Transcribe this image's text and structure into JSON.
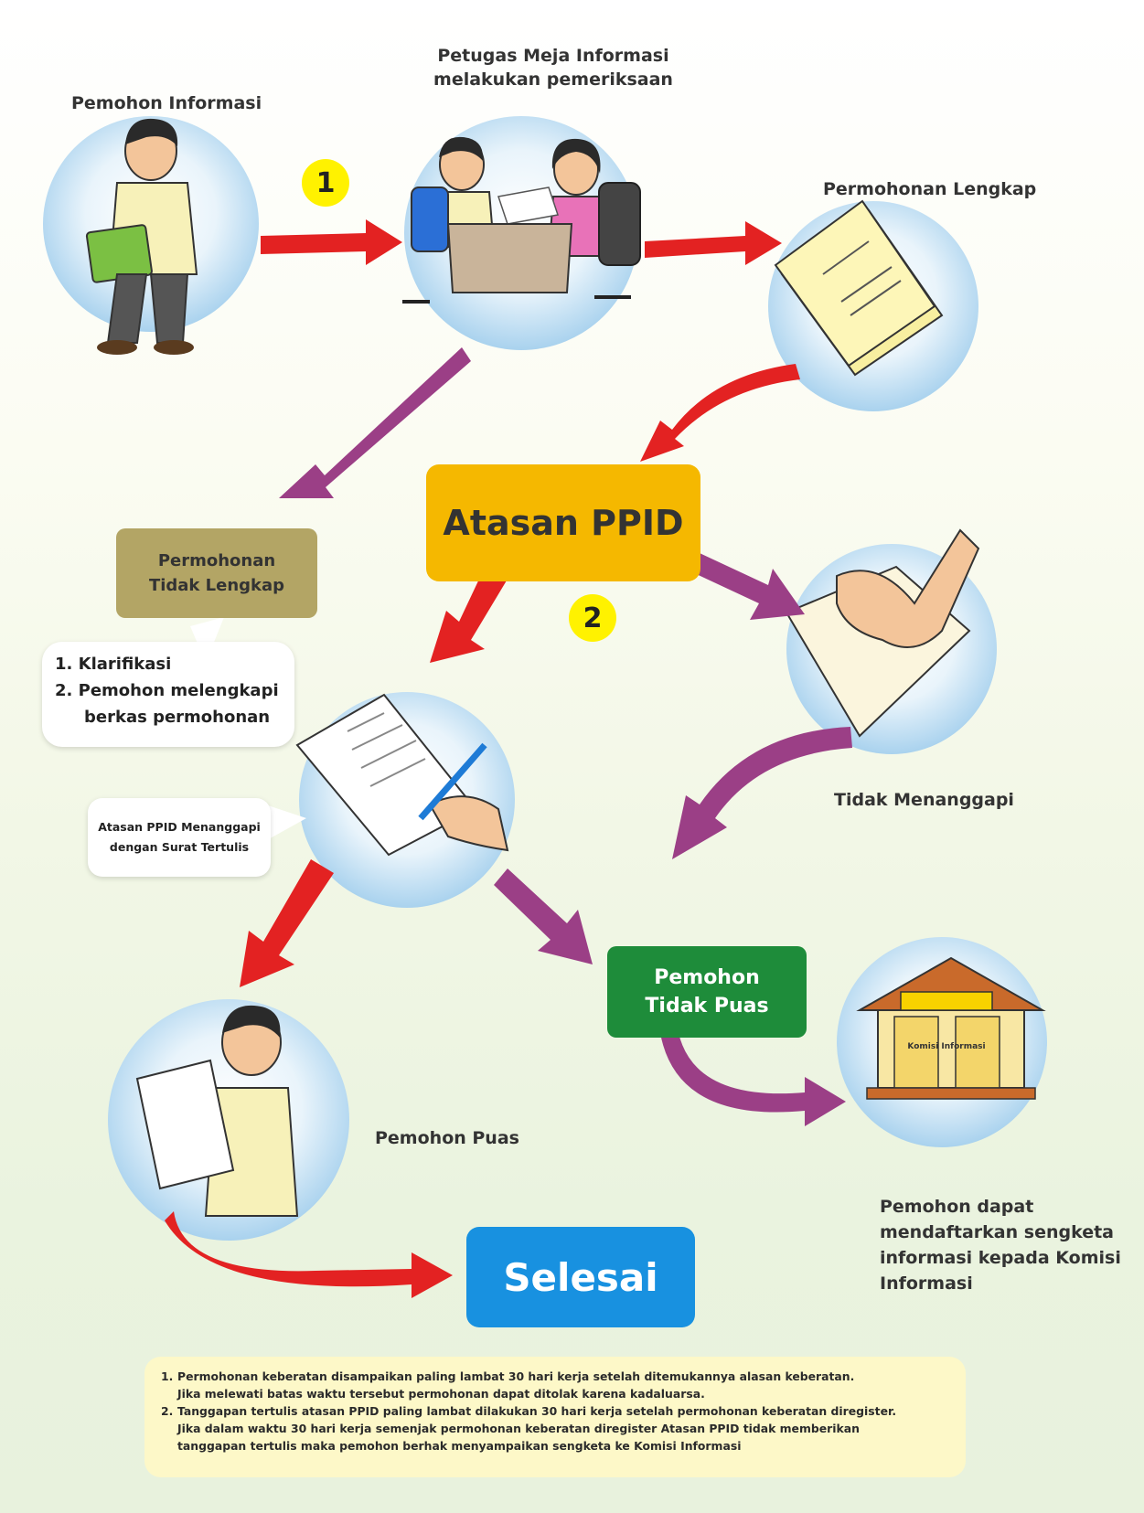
{
  "labels": {
    "pemohon_informasi": "Pemohon  Informasi",
    "petugas_line1": "Petugas Meja Informasi",
    "petugas_line2": "melakukan pemeriksaan",
    "permohonan_lengkap": "Permohonan Lengkap",
    "tidak_menanggapi": "Tidak Menanggapi",
    "pemohon_puas": "Pemohon Puas",
    "sengketa": "Pemohon dapat\nmendaftarkan sengketa\ninformasi kepada Komisi\nInformasi"
  },
  "badges": {
    "step1": "1",
    "step2": "2"
  },
  "boxes": {
    "atasan_ppid": "Atasan PPID",
    "tidak_lengkap": "Permohonan\nTidak Lengkap",
    "tidak_puas": "Pemohon\nTidak Puas",
    "selesai": "Selesai"
  },
  "bubbles": {
    "klarifikasi": [
      "1. Klarifikasi",
      "2. Pemohon melengkapi",
      "berkas permohonan"
    ],
    "surat_tertulis": "Atasan PPID Menanggapi\ndengan Surat Tertulis"
  },
  "building_sign": "Komisi Informasi",
  "notes": {
    "n1_line1": "Permohonan keberatan disampaikan paling lambat 30 hari kerja setelah ditemukannya alasan keberatan.",
    "n1_line2": "Jika melewati batas waktu tersebut permohonan dapat ditolak karena kadaluarsa.",
    "n2_line1": "Tanggapan tertulis atasan PPID paling lambat dilakukan 30 hari kerja setelah permohonan keberatan diregister.",
    "n2_line2": "Jika dalam waktu 30 hari kerja semenjak permohonan keberatan diregister Atasan PPID tidak memberikan",
    "n2_line3": "tanggapan tertulis maka pemohon berhak menyampaikan sengketa ke Komisi Informasi"
  },
  "colors": {
    "red_arrow": "#e32222",
    "purple_arrow": "#9b3f86",
    "atasan_box": "#f5b800",
    "tidak_lengkap_box": "#b3a565",
    "tidak_puas_box": "#1e8c3a",
    "selesai_box": "#1891e0",
    "badge": "#fff200",
    "circle": "#bcdcf2",
    "notes_bg": "#fdf8c8"
  }
}
